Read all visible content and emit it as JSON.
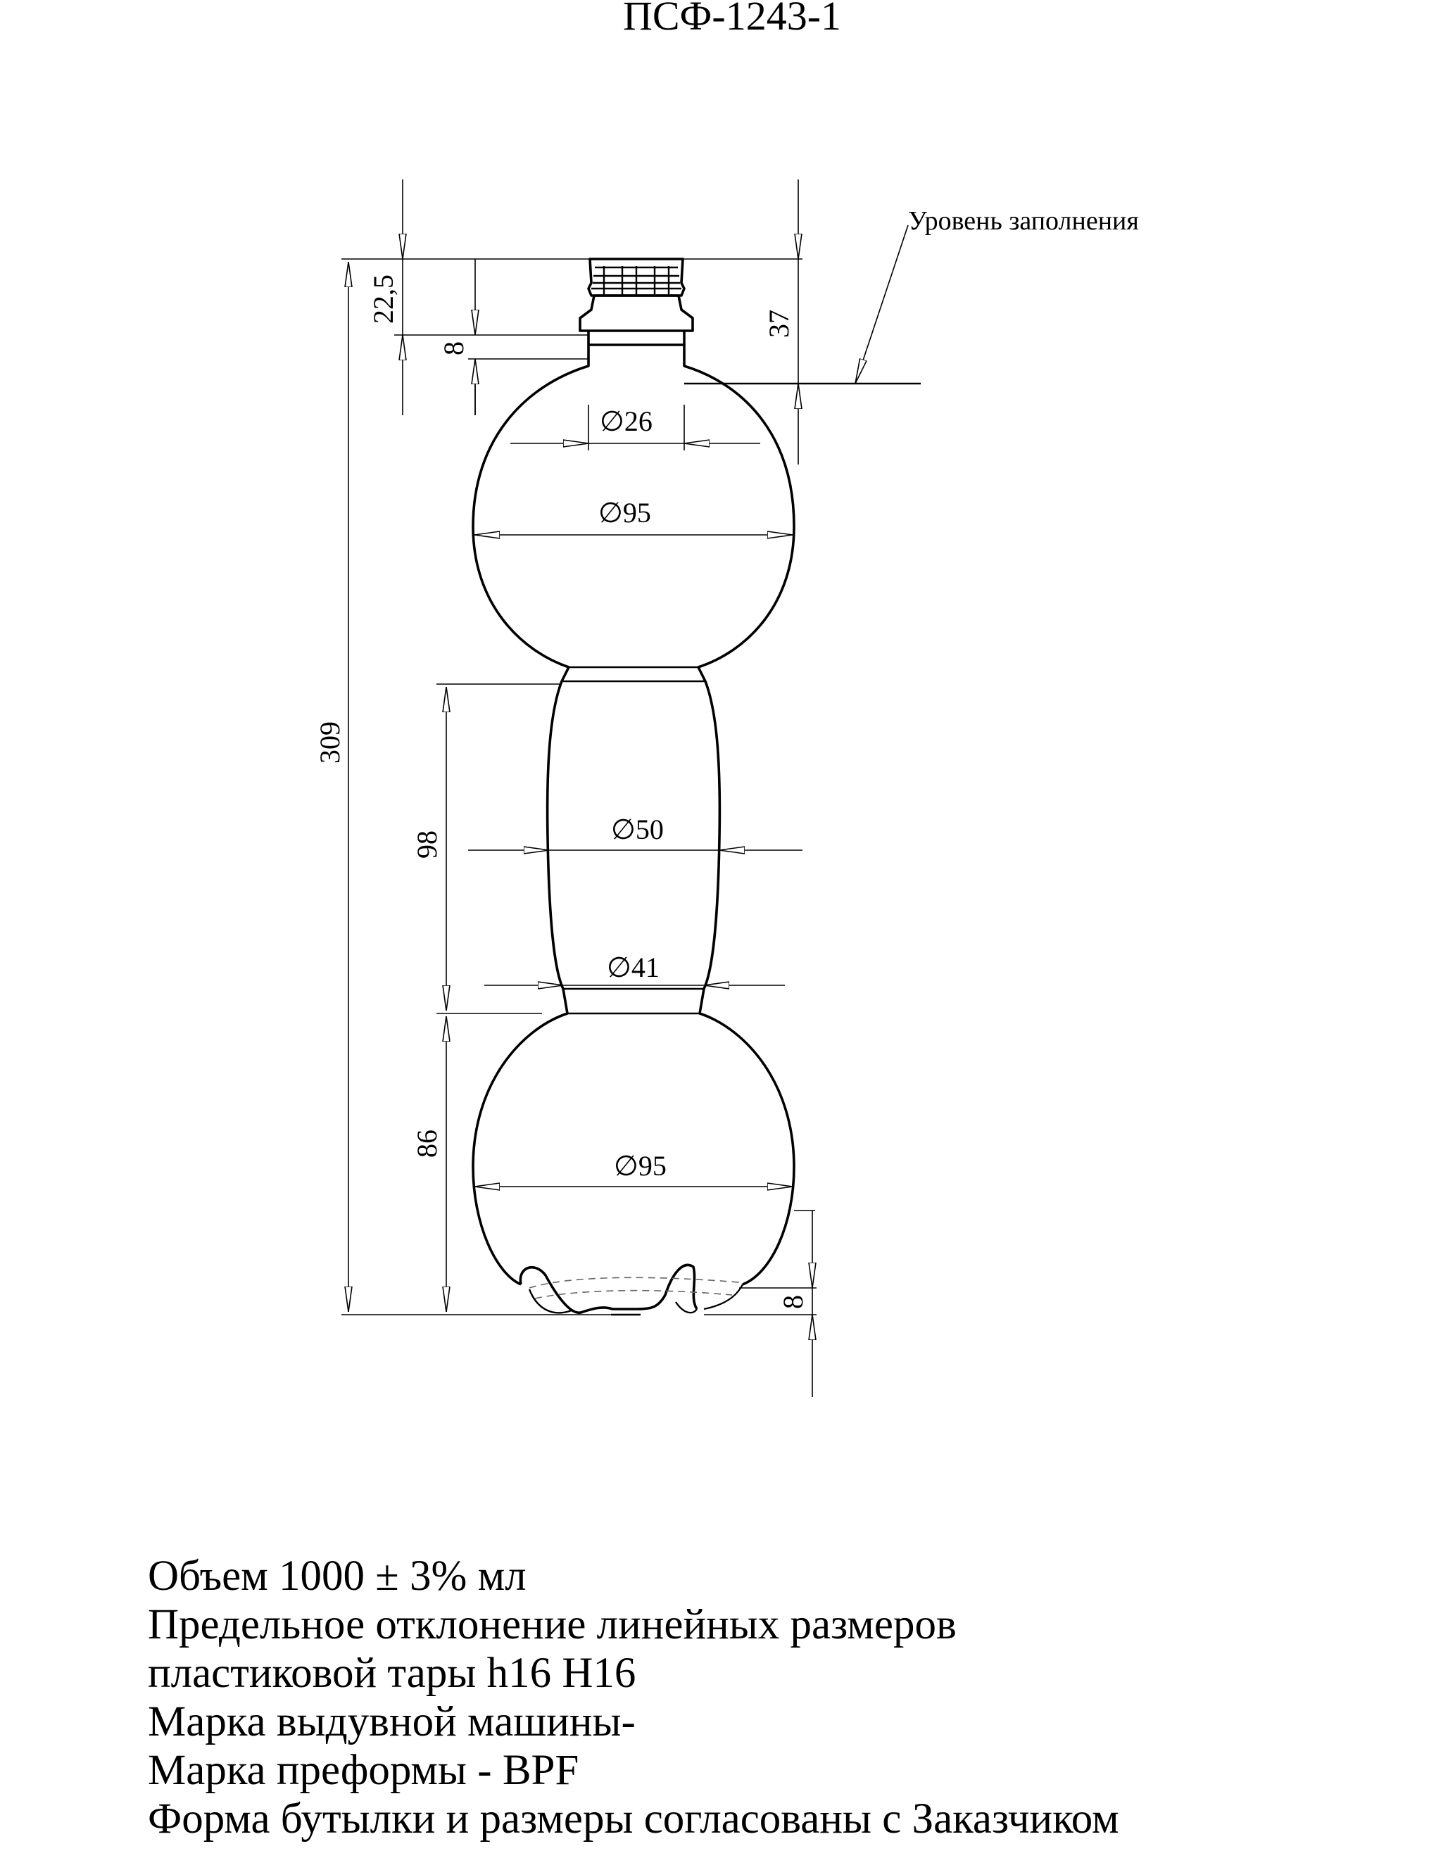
{
  "title": "ПСФ-1243-1",
  "fill_level_label": "Уровень заполнения",
  "dimensions": {
    "neck_finish_height": "22,5",
    "neck_ring_height": "8",
    "neck_to_fill_level": "37",
    "total_height": "309",
    "waist_height": "98",
    "lower_bulb_height": "86",
    "base_clearance": "8",
    "neck_diameter": "26",
    "upper_bulb_diameter": "95",
    "waist_diameter": "50",
    "waist_lower_diameter": "41",
    "lower_bulb_diameter": "95"
  },
  "diameter_symbol": "∅",
  "notes": [
    "Объем 1000  ± 3% мл",
    "Предельное отклонение линейных размеров",
    "пластиковой тары h16 H16",
    "Марка выдувной машины-",
    "Марка преформы - BPF",
    "Форма бутылки и размеры согласованы с Заказчиком"
  ]
}
